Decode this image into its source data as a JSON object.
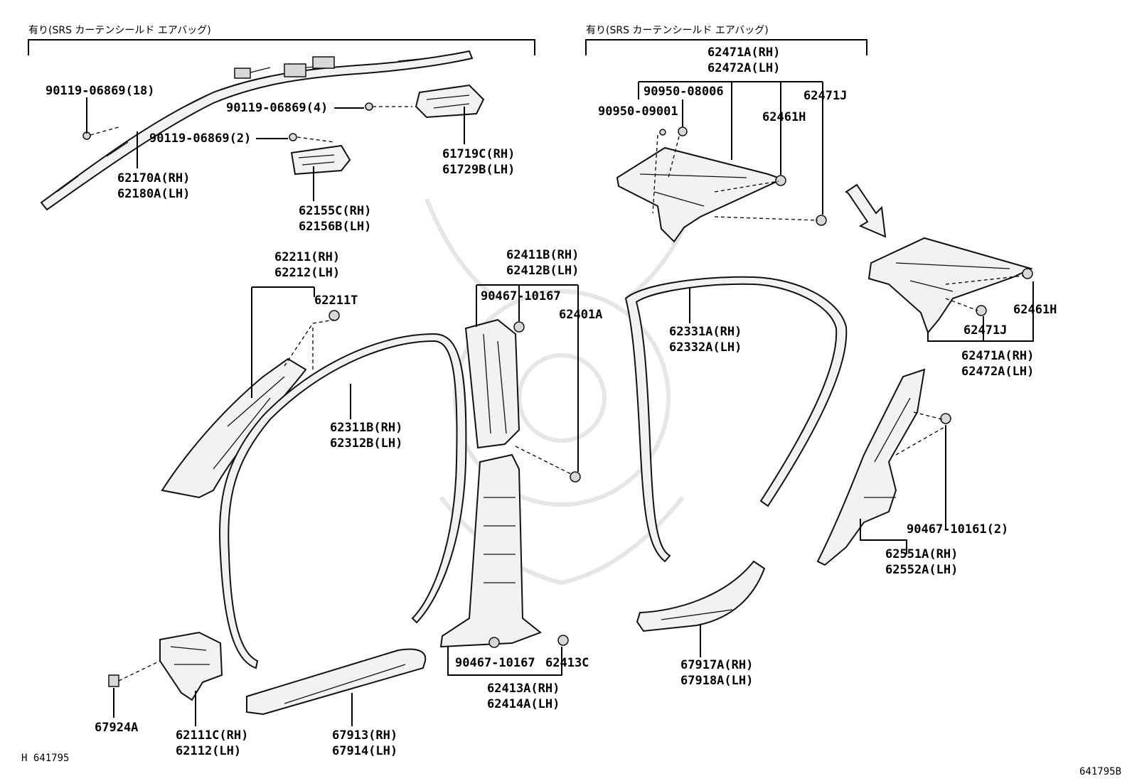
{
  "diagram": {
    "headers": {
      "left": "有り(SRS カーテンシールド エアバッグ)",
      "right": "有り(SRS カーテンシールド エアバッグ)"
    },
    "labels": {
      "l90119_18": "90119-06869(18)",
      "l90119_4": "90119-06869(4)",
      "l90119_2": "90119-06869(2)",
      "l62170a": "62170A(RH)",
      "l62180a": "62180A(LH)",
      "l62155c": "62155C(RH)",
      "l62156b": "62156B(LH)",
      "l61719c": "61719C(RH)",
      "l61729b": "61729B(LH)",
      "l62211": "62211(RH)",
      "l62212": "62212(LH)",
      "l62211t": "62211T",
      "l62311b": "62311B(RH)",
      "l62312b": "62312B(LH)",
      "l62411b": "62411B(RH)",
      "l62412b": "62412B(LH)",
      "l90467_10167a": "90467-10167",
      "l62401a": "62401A",
      "l90467_10167b": "90467-10167",
      "l62413c": "62413C",
      "l62413a": "62413A(RH)",
      "l62414a": "62414A(LH)",
      "l67924a": "67924A",
      "l62111c": "62111C(RH)",
      "l62112": "62112(LH)",
      "l67913": "67913(RH)",
      "l67914": "67914(LH)",
      "l62471a_top": "62471A(RH)",
      "l62472a_top": "62472A(LH)",
      "l90950_08006": "90950-08006",
      "l90950_09001": "90950-09001",
      "l62461h_top": "62461H",
      "l62471j_top": "62471J",
      "l62331a": "62331A(RH)",
      "l62332a": "62332A(LH)",
      "l62461h_r": "62461H",
      "l62471j_r": "62471J",
      "l62471a_r": "62471A(RH)",
      "l62472a_r": "62472A(LH)",
      "l90467_10161": "90467-10161(2)",
      "l62551a": "62551A(RH)",
      "l62552a": "62552A(LH)",
      "l67917a": "67917A(RH)",
      "l67918a": "67918A(LH)"
    },
    "footer": {
      "left": "H 641795",
      "right": "641795B"
    }
  }
}
